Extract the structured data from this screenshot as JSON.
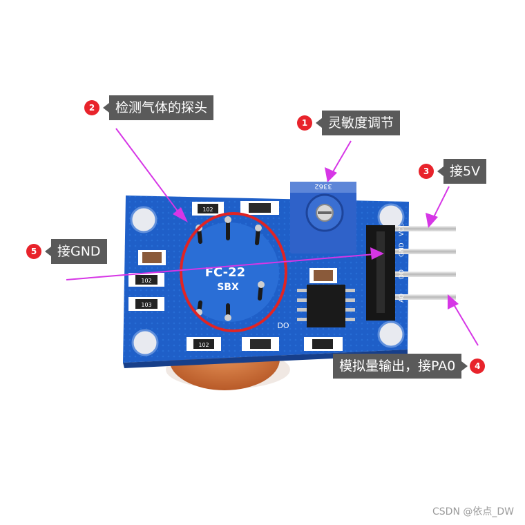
{
  "callouts": [
    {
      "number": "1",
      "label": "灵敏度调节"
    },
    {
      "number": "2",
      "label": "检测气体的探头"
    },
    {
      "number": "3",
      "label": "接5V"
    },
    {
      "number": "4",
      "label": "模拟量输出，接PA0"
    },
    {
      "number": "5",
      "label": "接GND"
    }
  ],
  "board": {
    "model_text": "FC-22",
    "brand_text": "SBX",
    "pot_code": "3362",
    "resistor_code": "102",
    "resistor_code_alt": "103",
    "header_labels": [
      "VCC",
      "GND",
      "DO",
      "AO"
    ],
    "do_label": "DO"
  },
  "colors": {
    "pcb": "#1f5fc8",
    "callout_bg": "#5a5a5a",
    "badge": "#e8232b",
    "arrow": "#d636e6",
    "circle": "#e02424"
  },
  "watermark": "CSDN @依点_DW"
}
